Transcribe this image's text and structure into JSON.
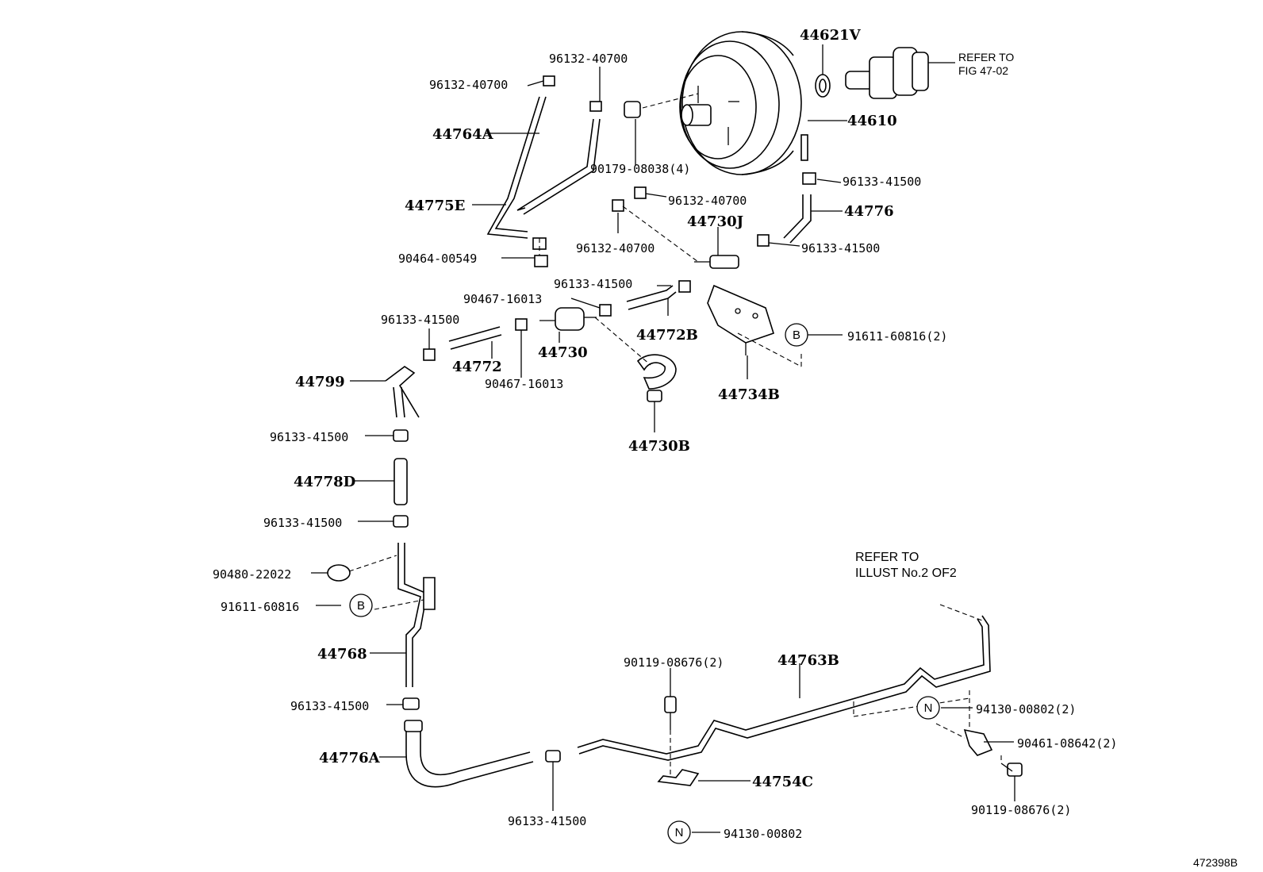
{
  "figure_number": "472398B",
  "refer_fig": {
    "line1": "REFER TO",
    "line2": "FIG 47-02"
  },
  "refer_illust": {
    "line1": "REFER TO",
    "line2": "ILLUST No.2 OF2"
  },
  "markers": {
    "b": "B",
    "n": "N"
  },
  "labels": {
    "p44621v": "44621V",
    "p44610": "44610",
    "p96132_40700_top": "96132-40700",
    "p96132_40700_left": "96132-40700",
    "p44764a": "44764A",
    "p44775e": "44775E",
    "p90179_08038": "90179-08038(4)",
    "p96133_41500_a": "96133-41500",
    "p96132_40700_mid": "96132-40700",
    "p44776": "44776",
    "p44730j": "44730J",
    "p96132_40700_low": "96132-40700",
    "p96133_41500_b": "96133-41500",
    "p90464_00549": "90464-00549",
    "p96133_41500_c": "96133-41500",
    "p90467_16013_a": "90467-16013",
    "p96133_41500_d": "96133-41500",
    "p44772b": "44772B",
    "p91611_60816_2": "91611-60816(2)",
    "p44772": "44772",
    "p44730": "44730",
    "p90467_16013_b": "90467-16013",
    "p44734b": "44734B",
    "p44799": "44799",
    "p96133_41500_e": "96133-41500",
    "p44730b": "44730B",
    "p44778d": "44778D",
    "p96133_41500_f": "96133-41500",
    "p90480_22022": "90480-22022",
    "p91611_60816": "91611-60816",
    "p44768": "44768",
    "p90119_08676_2a": "90119-08676(2)",
    "p44763b": "44763B",
    "p96133_41500_g": "96133-41500",
    "p94130_00802_2": "94130-00802(2)",
    "p44776a": "44776A",
    "p90461_08642_2": "90461-08642(2)",
    "p44754c": "44754C",
    "p96133_41500_h": "96133-41500",
    "p90119_08676_2b": "90119-08676(2)",
    "p94130_00802": "94130-00802"
  }
}
